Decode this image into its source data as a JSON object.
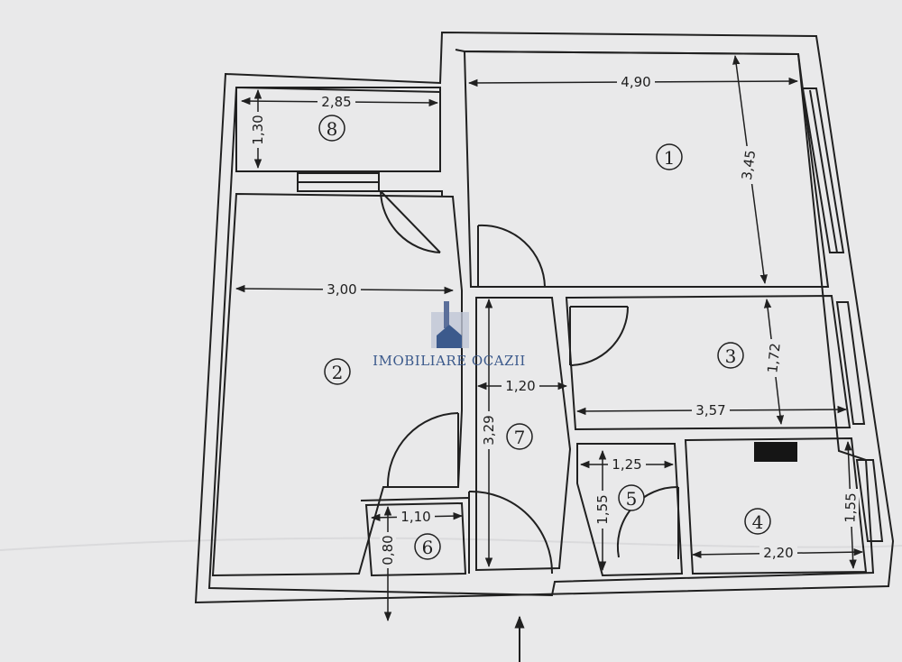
{
  "plan": {
    "rooms": [
      {
        "id": "room-1",
        "number": "1"
      },
      {
        "id": "room-2",
        "number": "2"
      },
      {
        "id": "room-3",
        "number": "3"
      },
      {
        "id": "room-4",
        "number": "4"
      },
      {
        "id": "room-5",
        "number": "5"
      },
      {
        "id": "room-6",
        "number": "6"
      },
      {
        "id": "room-7",
        "number": "7"
      },
      {
        "id": "room-8",
        "number": "8"
      }
    ],
    "dimensions": {
      "r8_width": "2,85",
      "r8_height": "1,30",
      "r1_width": "4,90",
      "r1_height": "3,45",
      "r2_width": "3,00",
      "r3_height": "1,72",
      "r3_width": "3,57",
      "r7_width": "1,20",
      "r7_height": "3,29",
      "r5_width": "1,25",
      "r5_height": "1,55",
      "r4_height": "1,55",
      "r4_width": "2,20",
      "r6_width": "1,10",
      "r6_height": "0,80"
    }
  },
  "watermark": {
    "text": "IMOBILIARE OCAZII",
    "color": "#3c5a8c"
  },
  "colors": {
    "paper": "#e9e9ea",
    "ink": "#202020"
  }
}
